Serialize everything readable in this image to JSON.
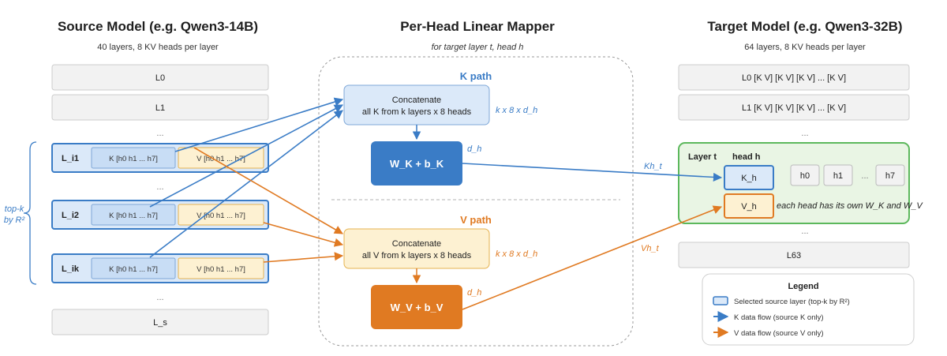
{
  "source": {
    "title": "Source Model (e.g. Qwen3-14B)",
    "subtitle": "40 layers, 8 KV heads per layer",
    "layers_top": [
      "L0",
      "L1"
    ],
    "dots": "...",
    "selected": [
      {
        "label": "L_i1",
        "k": "K [h0 h1 ... h7]",
        "v": "V [h0 h1 ... h7]"
      },
      {
        "label": "L_i2",
        "k": "K [h0 h1 ... h7]",
        "v": "V [h0 h1 ... h7]"
      },
      {
        "label": "L_ik",
        "k": "K [h0 h1 ... h7]",
        "v": "V [h0 h1 ... h7]"
      }
    ],
    "last_layer": "L_s",
    "topk_line1": "top-k",
    "topk_line2": "by R²"
  },
  "mapper": {
    "title": "Per-Head Linear Mapper",
    "subtitle": "for target layer t, head h",
    "k_path": "K path",
    "k_concat_line1": "Concatenate",
    "k_concat_line2": "all K from k layers x 8 heads",
    "k_dim": "k x 8 x d_h",
    "k_weight": "W_K + b_K",
    "k_out_dim": "d_h",
    "v_path": "V path",
    "v_concat_line1": "Concatenate",
    "v_concat_line2": "all V from k layers x 8 heads",
    "v_dim": "k x 8 x d_h",
    "v_weight": "W_V + b_V",
    "v_out_dim": "d_h",
    "kh_label": "Kh_t",
    "vh_label": "Vh_t"
  },
  "target": {
    "title": "Target Model (e.g. Qwen3-32B)",
    "subtitle": "64 layers, 8 KV heads per layer",
    "layer0": "L0 [K V] [K V] [K V] ... [K V]",
    "layer1": "L1 [K V] [K V] [K V] ... [K V]",
    "dots": "...",
    "layer_t": "Layer t",
    "head_h": "head h",
    "k_h": "K_h",
    "v_h": "V_h",
    "heads": [
      "h0",
      "h1",
      "h7"
    ],
    "heads_dots": "...",
    "note": "each head has its own W_K and W_V",
    "last_layer": "L63"
  },
  "legend": {
    "title": "Legend",
    "items": [
      {
        "text": "Selected source layer (top-k by R²)"
      },
      {
        "text": "K data flow (source K only)"
      },
      {
        "text": "V data flow (source V only)"
      }
    ]
  },
  "colors": {
    "k_blue": "#3a7cc6",
    "k_dark": "#3a7cc6",
    "v_orange": "#e07a22",
    "k_fill": "#dbe9f9",
    "v_fill": "#fdf1d2",
    "target_green": "#5cb85c"
  }
}
